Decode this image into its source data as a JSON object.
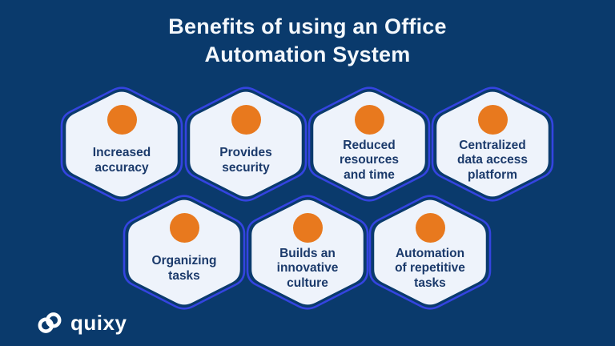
{
  "title": {
    "full": "Benefits of using an Office Automation System",
    "line1": "Benefits of using an Office",
    "line2": "Automation System"
  },
  "benefits": [
    {
      "label": "Increased\naccuracy"
    },
    {
      "label": "Provides\nsecurity"
    },
    {
      "label": "Reduced\nresources\nand time"
    },
    {
      "label": "Centralized\ndata access\nplatform"
    },
    {
      "label": "Organizing\ntasks"
    },
    {
      "label": "Builds an\ninnovative\nculture"
    },
    {
      "label": "Automation\nof repetitive\ntasks"
    }
  ],
  "logo": {
    "text": "quixy",
    "icon": "quixy-infinity-icon"
  },
  "colors": {
    "background": "#0A3A6C",
    "hexagon_fill": "#EEF3FB",
    "hexagon_outline": "#3444E0",
    "bullet_circle": "#E8791E",
    "label_text": "#1B3A6B",
    "title_text": "#F4F8FC",
    "logo_text": "#FFFFFF"
  }
}
